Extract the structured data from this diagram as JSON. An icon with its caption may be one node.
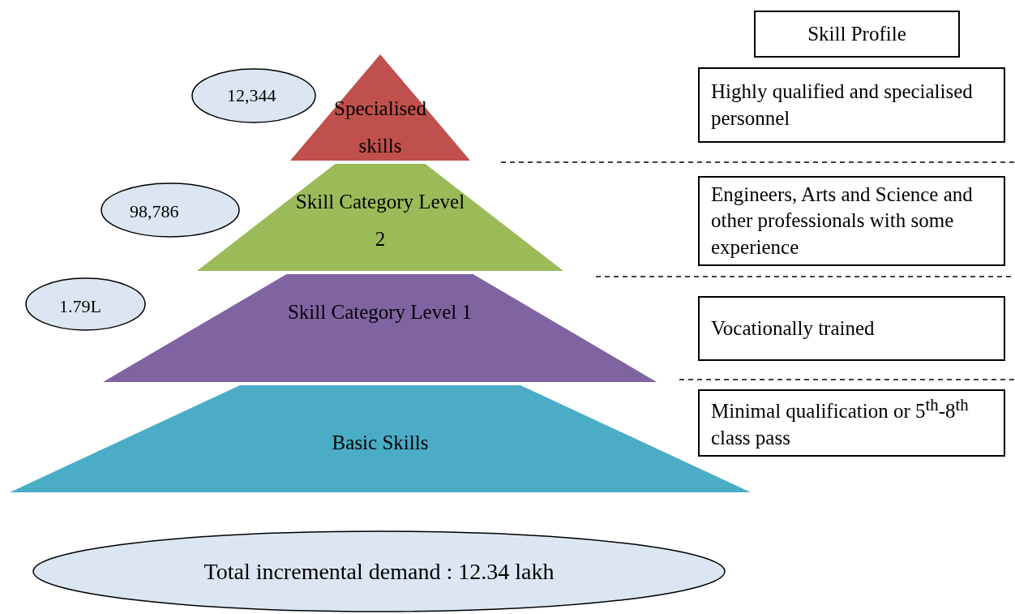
{
  "diagram": {
    "nodes": [
      {
        "text": [
          "Skill Profile"
        ]
      },
      {
        "text": [
          "12,344"
        ]
      },
      {
        "text": [
          "Specialised skills"
        ]
      },
      {
        "text": [
          "Highly qualified and specialised personnel"
        ]
      },
      {
        "text": [
          "98,786"
        ]
      },
      {
        "text": [
          "Skill Category Level 2"
        ]
      },
      {
        "text": [
          "Engineers, Arts and Science and other professionals with some experience"
        ]
      },
      {
        "text": [
          "1.79L"
        ]
      },
      {
        "text": [
          "Skill Category Level 1"
        ]
      },
      {
        "text": [
          "Vocationally trained"
        ]
      },
      {
        "text": [
          "Basic Skills"
        ]
      },
      {
        "text": [
          "Minimal qualification or 5$^{th}$-8$^{th}$ class pass"
        ]
      },
      {
        "text": [
          "Total incremental demand : 12.34 lakh"
        ]
      }
    ]
  }
}
